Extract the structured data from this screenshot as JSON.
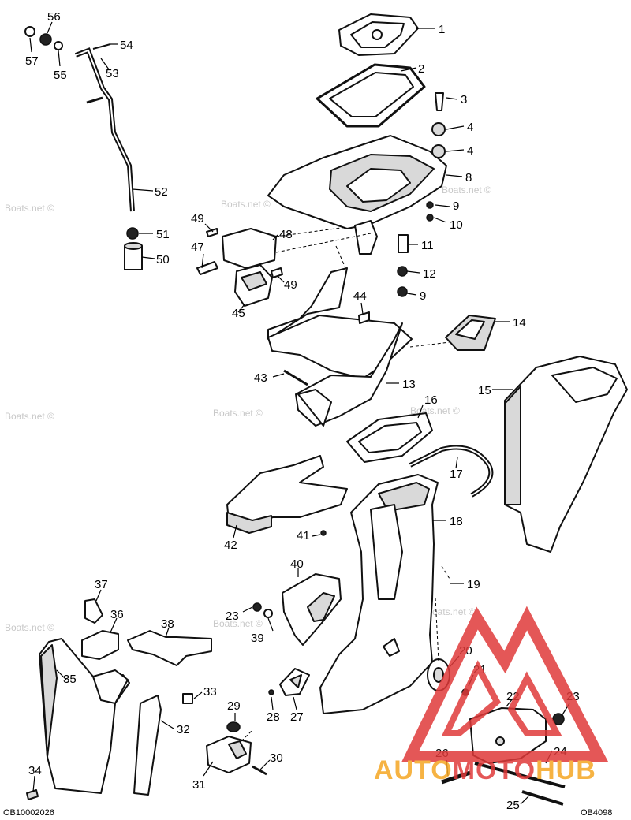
{
  "watermark_text": "Boats.net ©",
  "codes": {
    "left": "OB10002026",
    "right": "OB4098"
  },
  "logo": {
    "auto": "AUTO",
    "moto": "MOTO",
    "hub": "HUB",
    "red": "#e03a3a",
    "orange": "#f5a623"
  },
  "callouts": [
    "1",
    "2",
    "3",
    "4",
    "4",
    "8",
    "9",
    "10",
    "11",
    "12",
    "9",
    "14",
    "13",
    "15",
    "16",
    "17",
    "18",
    "19",
    "20",
    "21",
    "22",
    "23",
    "24",
    "25",
    "26",
    "27",
    "28",
    "29",
    "30",
    "31",
    "32",
    "33",
    "34",
    "35",
    "36",
    "37",
    "38",
    "39",
    "23",
    "40",
    "41",
    "42",
    "43",
    "44",
    "45",
    "47",
    "48",
    "49",
    "49",
    "50",
    "51",
    "52",
    "53",
    "54",
    "55",
    "56",
    "57"
  ]
}
